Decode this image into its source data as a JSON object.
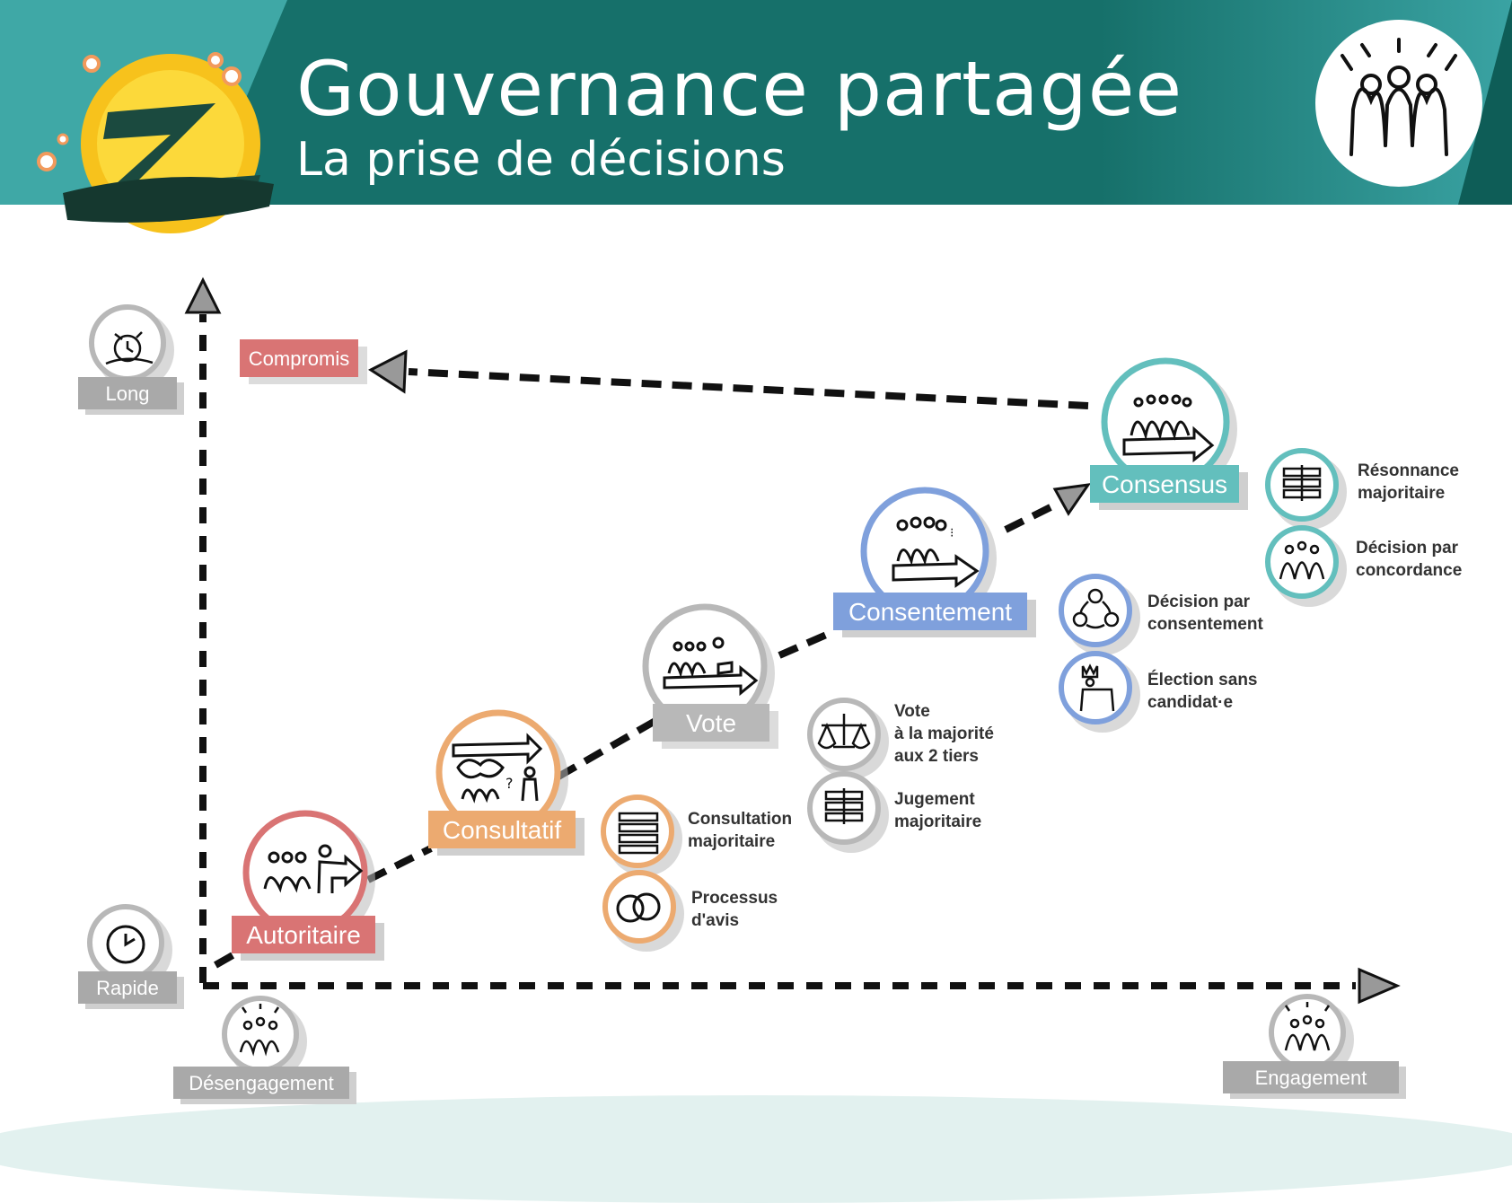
{
  "header": {
    "title": "Gouvernance partagée",
    "subtitle": "La prise de décisions"
  },
  "axes": {
    "y_top_label": "Long",
    "y_bottom_label": "Rapide",
    "x_left_label": "Désengagement",
    "x_right_label": "Engagement"
  },
  "modes": {
    "autoritaire": "Autoritaire",
    "consultatif": "Consultatif",
    "vote": "Vote",
    "consentement": "Consentement",
    "consensus": "Consensus",
    "compromis": "Compromis"
  },
  "methods": {
    "consultation_majoritaire": "Consultation\nmajoritaire",
    "processus_avis": "Processus\nd'avis",
    "vote_deux_tiers": "Vote\nà la majorité\naux 2 tiers",
    "jugement_majoritaire": "Jugement\nmajoritaire",
    "decision_consentement": "Décision par\nconsentement",
    "election_sans_candidat": "Élection sans\ncandidat·e",
    "resonnance_majoritaire": "Résonnance\nmajoritaire",
    "decision_concordance": "Décision par\nconcordance"
  },
  "colors": {
    "header_teal": "#16706a",
    "header_light": "#3fa8a6",
    "red": "#d97474",
    "orange": "#ecaa70",
    "gray": "#b8b8b8",
    "blue": "#7fa0dc",
    "teal": "#63bfbd",
    "axis": "#111111"
  },
  "icons": [
    "clock-icon",
    "snail-clock-icon",
    "people-icon",
    "megaphone-icon",
    "scale-icon",
    "bars-icon",
    "circles-icon",
    "cycle-icon",
    "crown-icon"
  ]
}
